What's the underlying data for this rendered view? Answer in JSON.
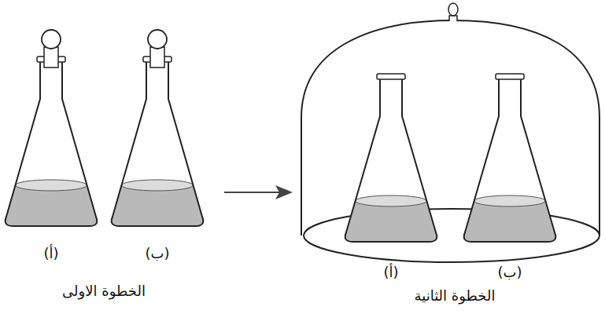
{
  "diagram": {
    "labels": [
      "(أ)",
      "(ب)",
      "الخطوة الاولى",
      "(أ)",
      "(ب)",
      "الخطوة الثانية"
    ]
  }
}
